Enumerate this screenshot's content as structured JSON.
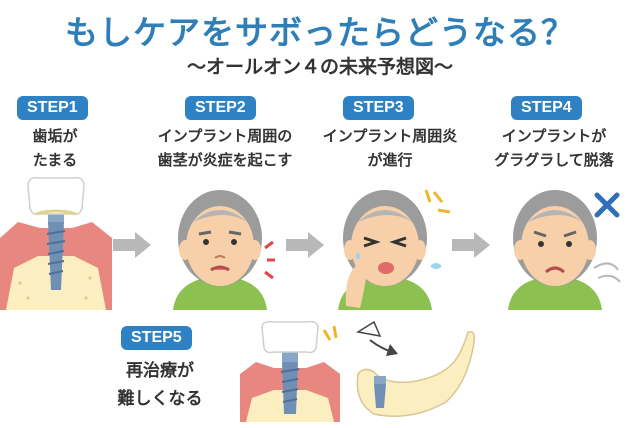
{
  "header": {
    "title": "もしケアをサボったらどうなる？",
    "subtitle": "〜オールオン４の未来予想図〜"
  },
  "steps": [
    {
      "badge": "STEP1",
      "line1": "歯垢が",
      "line2": "たまる"
    },
    {
      "badge": "STEP2",
      "line1": "インプラント周囲の",
      "line2": "歯茎が炎症を起こす"
    },
    {
      "badge": "STEP3",
      "line1": "インプラント周囲炎",
      "line2": "が進行"
    },
    {
      "badge": "STEP4",
      "line1": "インプラントが",
      "line2": "グラグラして脱落"
    },
    {
      "badge": "STEP5",
      "line1": "再治療が",
      "line2": "難しくなる"
    }
  ],
  "colors": {
    "title": "#2e7fb8",
    "badge": "#2e82c4",
    "gum": "#e8877f",
    "bone": "#fbeec0",
    "implant": "#6f8fb5",
    "shirt": "#8cc152",
    "skin": "#f7cfa8",
    "arrow": "#b8b8b8",
    "cross": "#2e6fb8"
  },
  "icons": [
    "implant-diagram-icon",
    "elderly-face-icon",
    "arrow-right-icon",
    "cross-mark-icon",
    "jawbone-icon"
  ]
}
